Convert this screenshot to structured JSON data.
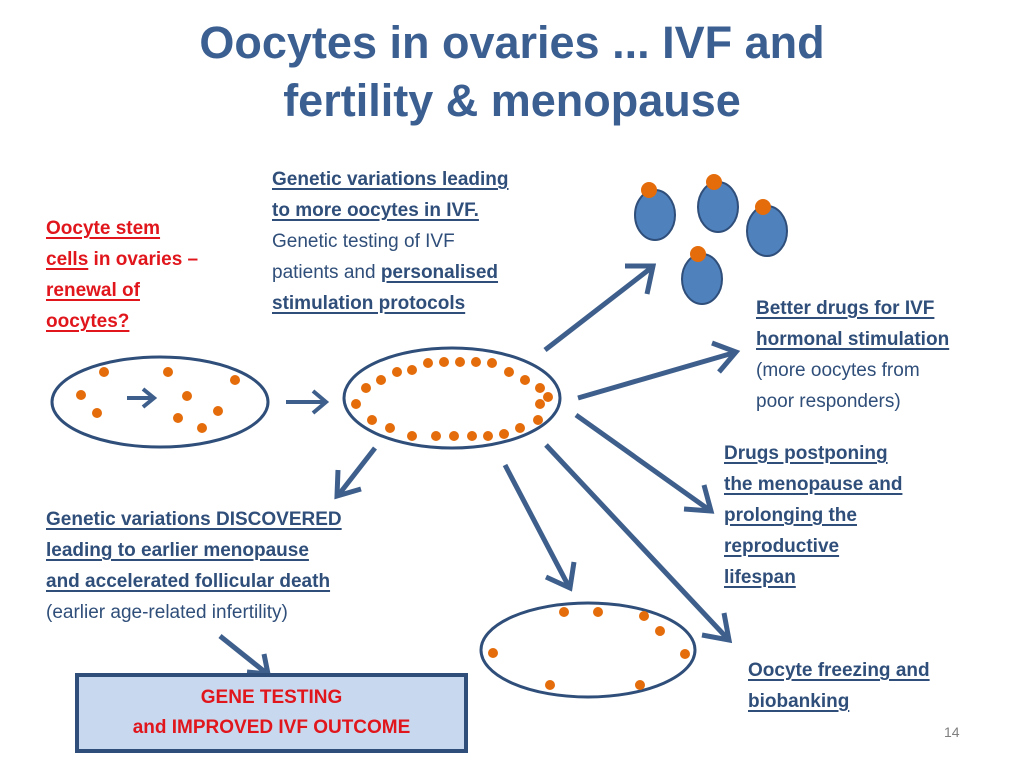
{
  "title": {
    "line1": "Oocytes in ovaries ... IVF and",
    "line2": "fertility & menopause"
  },
  "stem_cells": {
    "line1": "Oocyte stem",
    "line2_a": "cells",
    "line2_b": " in ovaries –",
    "line3": "renewal of",
    "line4": "oocytes?"
  },
  "genetic_ivf": {
    "line1": "Genetic variations leading",
    "line2": "to more oocytes in IVF.",
    "line3": "Genetic testing of IVF",
    "line4_a": "patients and ",
    "line4_b": "personalised",
    "line5": "stimulation protocols"
  },
  "better_drugs": {
    "line1": "Better drugs for IVF",
    "line2": "hormonal stimulation",
    "line3": "(more oocytes from",
    "line4": "poor responders)"
  },
  "menopause_drugs": {
    "line1": "Drugs postponing",
    "line2": "the menopause and",
    "line3": "prolonging the",
    "line4": "reproductive",
    "line5": "lifespan"
  },
  "discovered": {
    "line1": "Genetic variations DISCOVERED",
    "line2": "leading to earlier menopause",
    "line3": "and accelerated follicular death",
    "line4": "(earlier age-related infertility)"
  },
  "freezing": {
    "line1": "Oocyte freezing and",
    "line2": "biobanking"
  },
  "gene_box": {
    "line1": "GENE TESTING",
    "line2": "and IMPROVED IVF OUTCOME"
  },
  "page_number": "14",
  "colors": {
    "title": "#3b5f91",
    "text_blue": "#2f4e79",
    "text_red": "#e0161c",
    "arrow": "#3e5f8c",
    "oocyte_dot": "#e46c0a",
    "oocyte_cell": "#4f81bd",
    "box_fill": "#c8d8ee"
  }
}
